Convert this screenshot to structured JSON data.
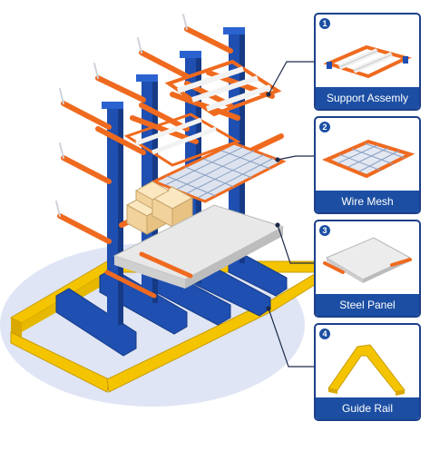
{
  "components": [
    {
      "number": "1",
      "label": "Support Assemly",
      "icon": "support-assembly-icon"
    },
    {
      "number": "2",
      "label": "Wire Mesh",
      "icon": "wire-mesh-icon"
    },
    {
      "number": "3",
      "label": "Steel Panel",
      "icon": "steel-panel-icon"
    },
    {
      "number": "4",
      "label": "Guide Rail",
      "icon": "guide-rail-icon"
    }
  ],
  "colors": {
    "upright_blue": "#1f4fb0",
    "arm_orange": "#ef6a1f",
    "rail_yellow": "#f5c400",
    "panel_gray": "#e8e8e8",
    "floor_ellipse": "#dfe5f4",
    "card_border": "#1c3f8a",
    "label_bar": "#1c4fa3",
    "leader_line": "#1c2a4a"
  }
}
